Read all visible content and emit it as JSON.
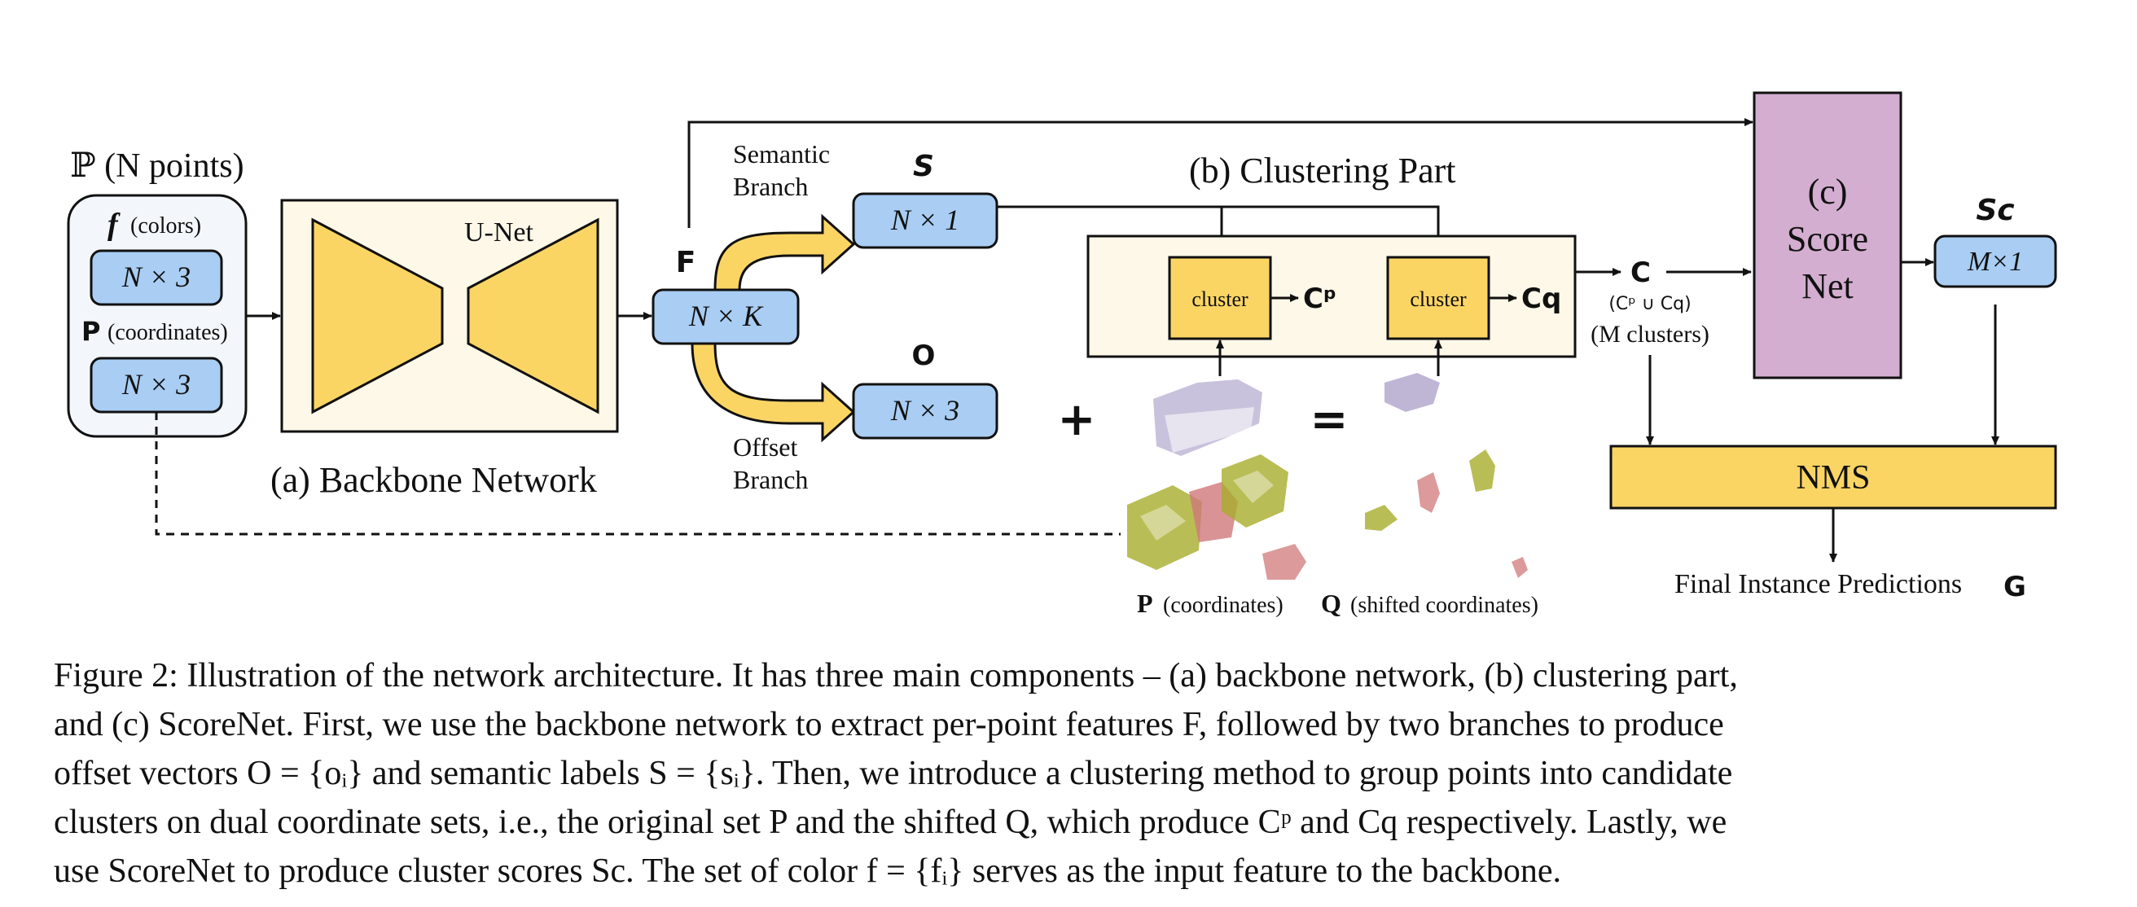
{
  "diagram": {
    "input_title": "ℙ (N points)",
    "input_f_symbol": "f",
    "input_f_label": "(colors)",
    "input_f_dim": "N × 3",
    "input_p_symbol": "P",
    "input_p_label": "(coordinates)",
    "input_p_dim": "N × 3",
    "unet_label": "U-Net",
    "backbone_caption": "(a) Backbone Network",
    "features_symbol": "F",
    "features_dim": "N × K",
    "semantic_branch_line1": "Semantic",
    "semantic_branch_line2": "Branch",
    "offset_branch_line1": "Offset",
    "offset_branch_line2": "Branch",
    "semantic_symbol": "S",
    "semantic_dim": "N × 1",
    "offset_symbol": "O",
    "offset_dim": "N × 3",
    "clustering_title": "(b) Clustering Part",
    "cluster_label_1": "cluster",
    "cluster_label_2": "cluster",
    "cluster_output_1": "Cᵖ",
    "cluster_output_2": "Cq",
    "plus_sign": "+",
    "equals_sign": "=",
    "p_coords_symbol": "P",
    "p_coords_label": "(coordinates)",
    "q_coords_symbol": "Q",
    "q_coords_label": "(shifted coordinates)",
    "c_symbol": "C",
    "c_union": "(Cᵖ ∪ Cq)",
    "c_count": "(M clusters)",
    "scorenet_line1": "(c)",
    "scorenet_line2": "Score",
    "scorenet_line3": "Net",
    "sc_symbol": "Sc",
    "sc_dim": "M×1",
    "nms_label": "NMS",
    "final_label": "Final Instance Predictions",
    "final_symbol": "G",
    "colors": {
      "blue_box": "#a9cdf3",
      "yellow": "#fbd564",
      "cream": "#fdf8e8",
      "input_bg": "#f3f7fb",
      "scorenet": "#d3aed0",
      "purple_points": "#9d8fc0",
      "olive_points": "#a7ad2b",
      "red_points": "#d0787a"
    }
  },
  "caption": {
    "line1": "Figure 2: Illustration of the network architecture. It has three main components – (a) backbone network, (b) clustering part,",
    "line2": "and (c) ScoreNet. First, we use the backbone network to extract per-point features F, followed by two branches to produce",
    "line3": "offset vectors O = {oᵢ} and semantic labels S = {sᵢ}. Then, we introduce a clustering method to group points into candidate",
    "line4": "clusters on dual coordinate sets, i.e., the original set P and the shifted Q, which produce Cᵖ and Cq respectively. Lastly, we",
    "line5": "use ScoreNet to produce cluster scores Sc. The set of color f = {fᵢ} serves as the input feature to the backbone."
  }
}
